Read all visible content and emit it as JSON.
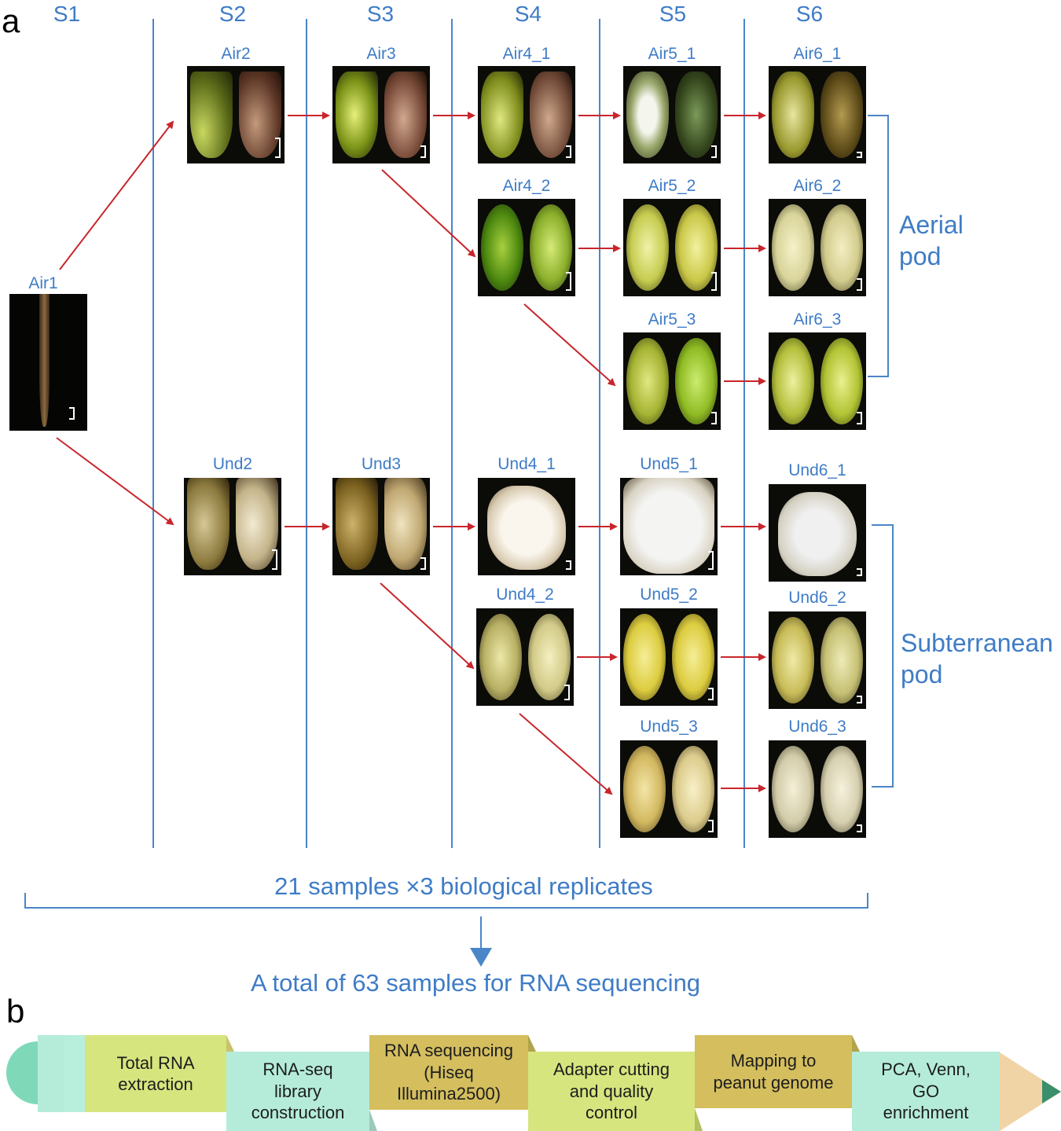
{
  "panel_a": {
    "letter": "a",
    "stages": [
      "S1",
      "S2",
      "S3",
      "S4",
      "S5",
      "S6"
    ],
    "samples": {
      "air1": "Air1",
      "air2": "Air2",
      "air3": "Air3",
      "air4_1": "Air4_1",
      "air4_2": "Air4_2",
      "air5_1": "Air5_1",
      "air5_2": "Air5_2",
      "air5_3": "Air5_3",
      "air6_1": "Air6_1",
      "air6_2": "Air6_2",
      "air6_3": "Air6_3",
      "und2": "Und2",
      "und3": "Und3",
      "und4_1": "Und4_1",
      "und4_2": "Und4_2",
      "und5_1": "Und5_1",
      "und5_2": "Und5_2",
      "und5_3": "Und5_3",
      "und6_1": "Und6_1",
      "und6_2": "Und6_2",
      "und6_3": "Und6_3"
    },
    "groups": {
      "aerial": "Aerial\npod",
      "subterranean": "Subterranean\npod"
    },
    "replicates_text": "21 samples ×3 biological replicates",
    "total_text": "A total of 63 samples for RNA sequencing"
  },
  "panel_b": {
    "letter": "b",
    "steps": [
      "Total RNA\nextraction",
      "RNA-seq\nlibrary\nconstruction",
      "RNA sequencing\n(Hiseq\nIllumina2500)",
      "Adapter  cutting\nand quality\ncontrol",
      "Mapping to\npeanut  genome",
      "PCA, Venn,\nGO\nenrichment"
    ]
  },
  "colors": {
    "label_blue": "#3f7cc6",
    "line_blue": "#4a86c8",
    "arrow_red": "#c8262c",
    "step_green": "#d6e57e",
    "step_mint": "#b5ecd9",
    "step_gold": "#d4be5e",
    "eraser": "#7fd9b8",
    "pencil_wood": "#f1d4a6",
    "pencil_tip": "#3a8f6a"
  }
}
